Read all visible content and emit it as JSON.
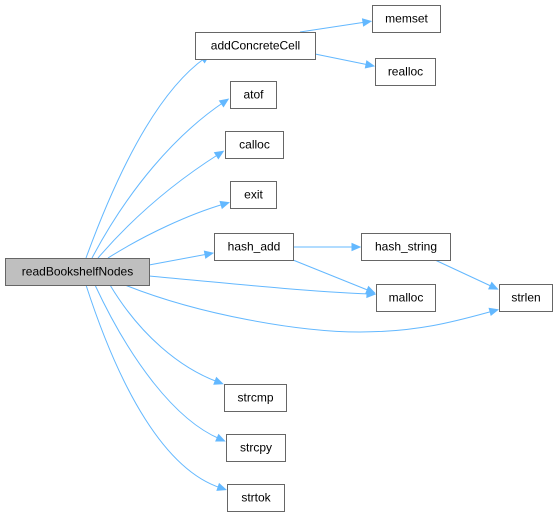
{
  "diagram": {
    "kind": "call-graph",
    "colors": {
      "edge": "#63b8ff",
      "root_fill": "#bfbfbf",
      "node_fill": "#ffffff",
      "node_border": "#666666"
    },
    "nodes": [
      {
        "id": "readBookshelfNodes",
        "label": "readBookshelfNodes",
        "root": true
      },
      {
        "id": "addConcreteCell",
        "label": "addConcreteCell"
      },
      {
        "id": "memset",
        "label": "memset"
      },
      {
        "id": "realloc",
        "label": "realloc"
      },
      {
        "id": "atof",
        "label": "atof"
      },
      {
        "id": "calloc",
        "label": "calloc"
      },
      {
        "id": "exit",
        "label": "exit"
      },
      {
        "id": "hash_add",
        "label": "hash_add"
      },
      {
        "id": "hash_string",
        "label": "hash_string"
      },
      {
        "id": "malloc",
        "label": "malloc"
      },
      {
        "id": "strlen",
        "label": "strlen"
      },
      {
        "id": "strcmp",
        "label": "strcmp"
      },
      {
        "id": "strcpy",
        "label": "strcpy"
      },
      {
        "id": "strtok",
        "label": "strtok"
      }
    ],
    "edges": [
      {
        "from": "readBookshelfNodes",
        "to": "addConcreteCell"
      },
      {
        "from": "readBookshelfNodes",
        "to": "atof"
      },
      {
        "from": "readBookshelfNodes",
        "to": "calloc"
      },
      {
        "from": "readBookshelfNodes",
        "to": "exit"
      },
      {
        "from": "readBookshelfNodes",
        "to": "hash_add"
      },
      {
        "from": "readBookshelfNodes",
        "to": "malloc"
      },
      {
        "from": "readBookshelfNodes",
        "to": "strlen"
      },
      {
        "from": "readBookshelfNodes",
        "to": "strcmp"
      },
      {
        "from": "readBookshelfNodes",
        "to": "strcpy"
      },
      {
        "from": "readBookshelfNodes",
        "to": "strtok"
      },
      {
        "from": "addConcreteCell",
        "to": "memset"
      },
      {
        "from": "addConcreteCell",
        "to": "realloc"
      },
      {
        "from": "hash_add",
        "to": "hash_string"
      },
      {
        "from": "hash_add",
        "to": "malloc"
      },
      {
        "from": "hash_string",
        "to": "strlen"
      }
    ]
  }
}
